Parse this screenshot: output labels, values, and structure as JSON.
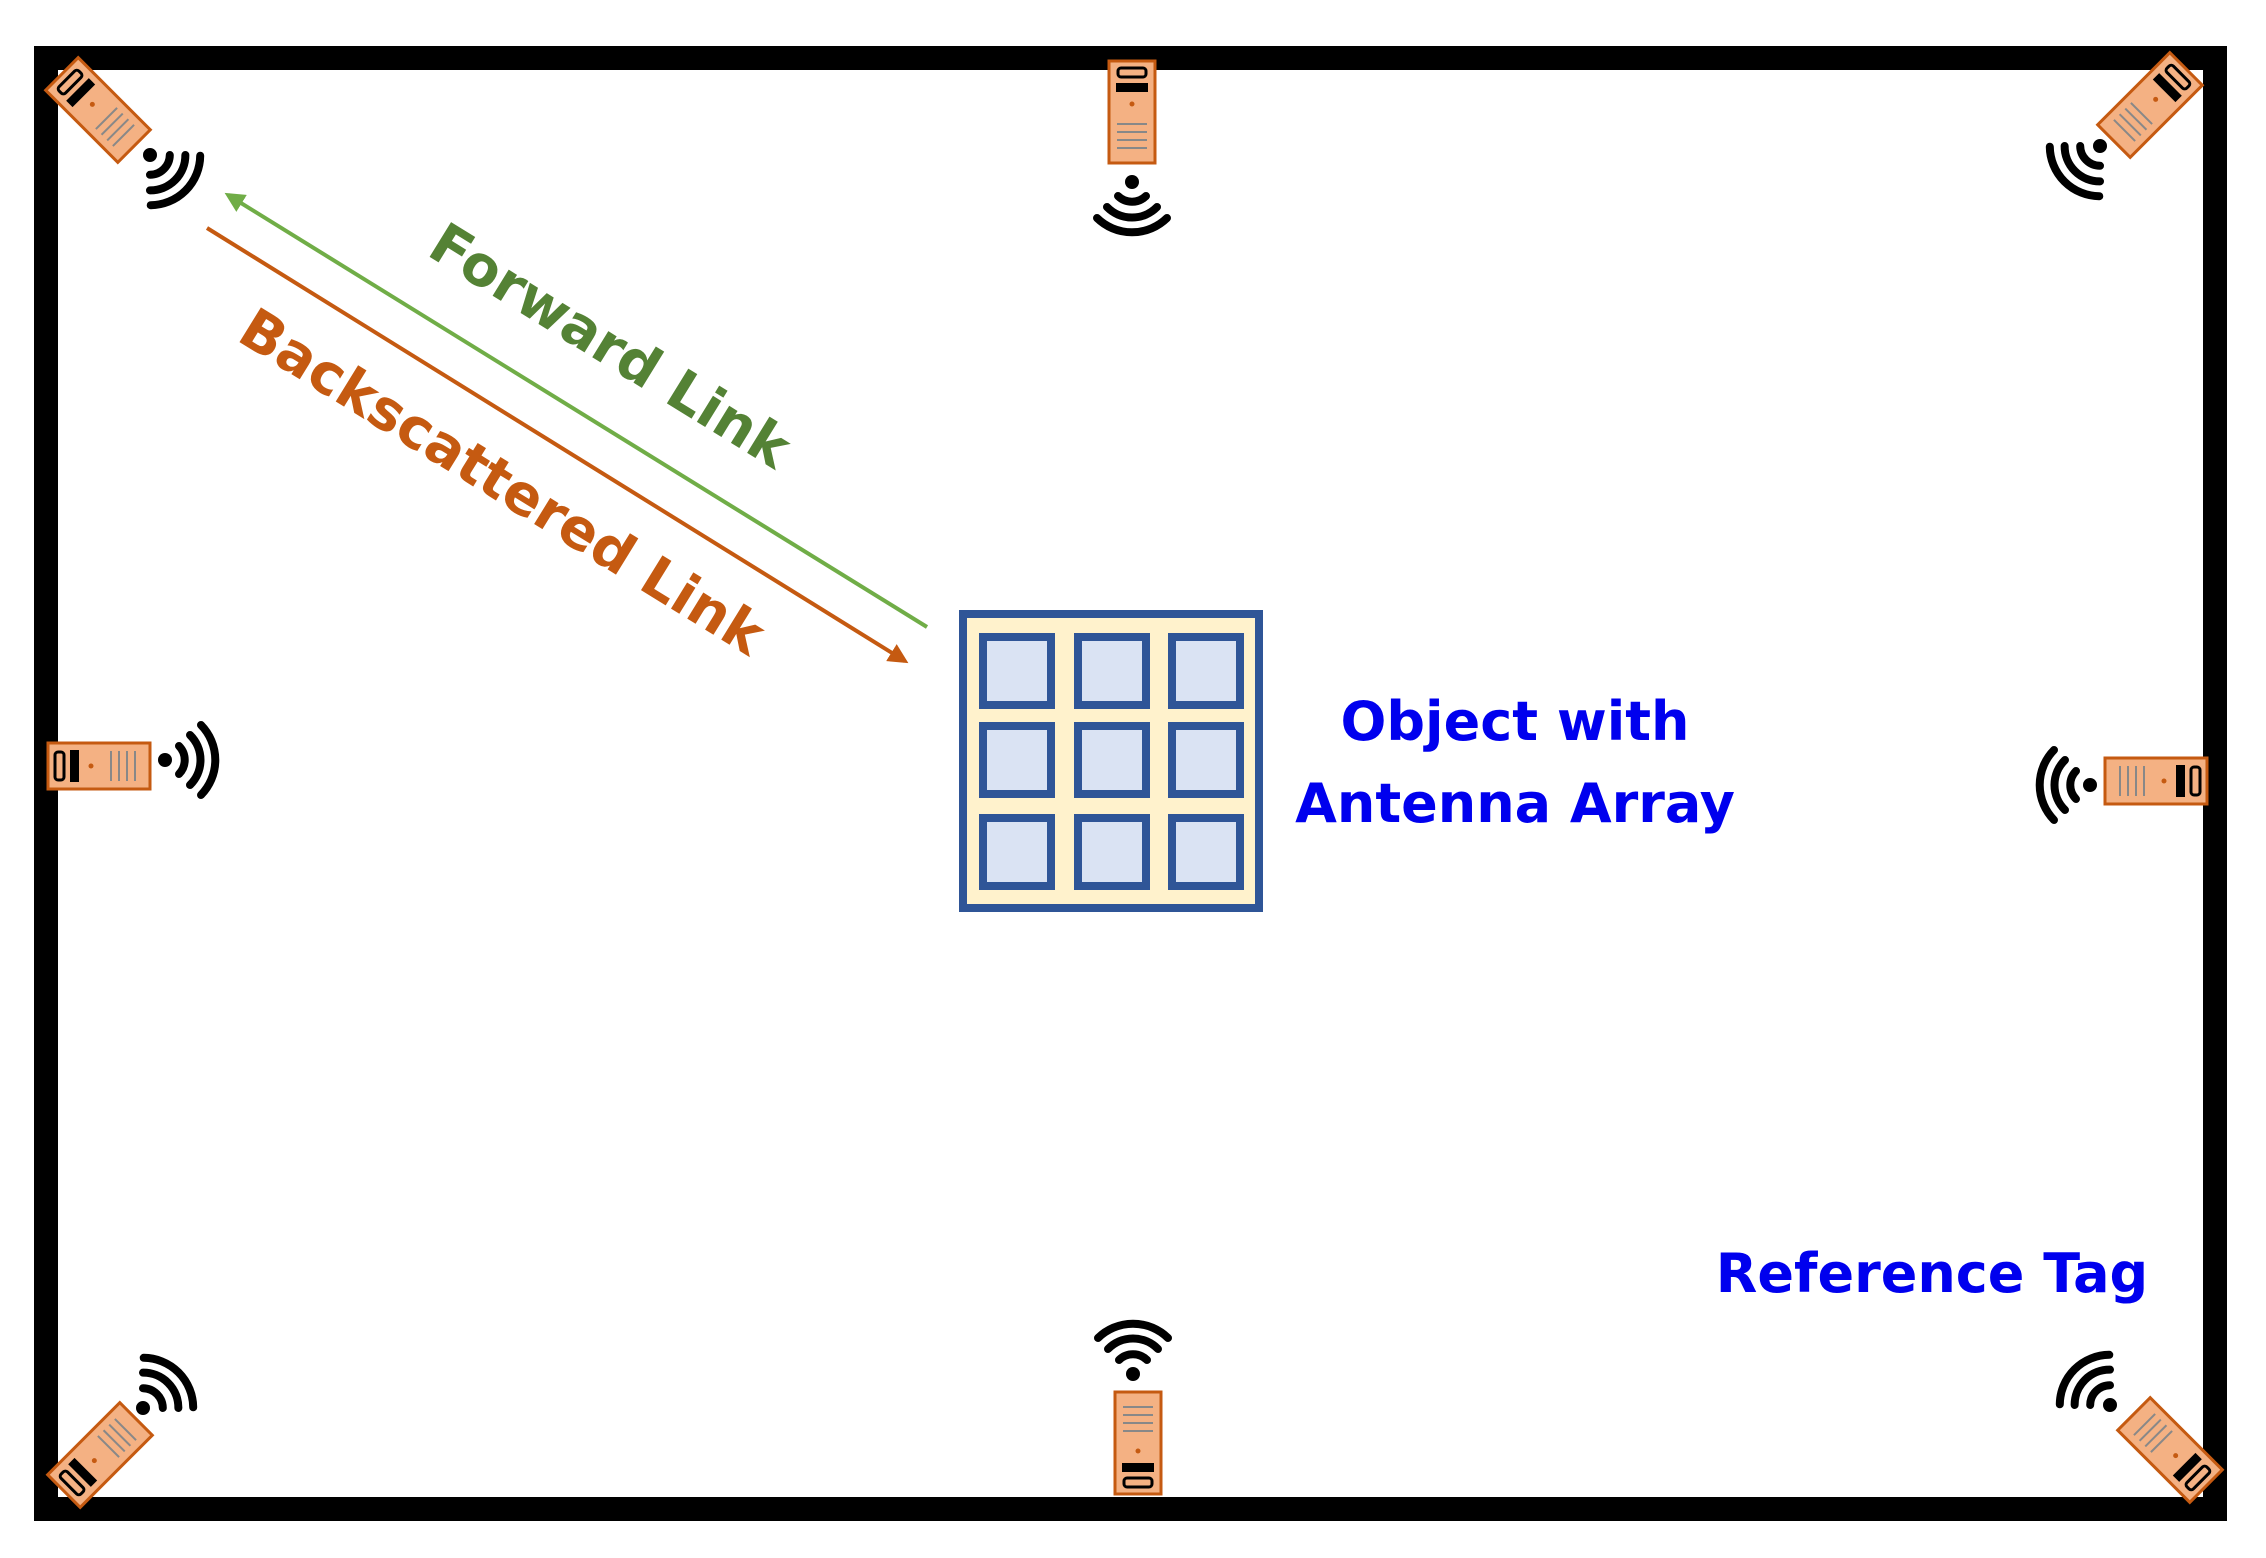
{
  "labels": {
    "forward_link": "Forward Link",
    "backscattered_link": "Backscattered Link",
    "object_line1": "Object with",
    "object_line2": "Antenna Array",
    "reference_tag": "Reference Tag"
  },
  "colors": {
    "frame": "#000000",
    "forward": "#70ad47",
    "forward_text": "#548235",
    "backscatter": "#c55a11",
    "label_blue": "#0000ee",
    "reader_fill": "#f4b183",
    "reader_stroke": "#c55a11",
    "array_fill": "#fff2cc",
    "array_stroke": "#2f5597",
    "element_fill": "#dae3f3"
  },
  "icons": {
    "reader": "rfid-reader-icon",
    "signal": "wifi-signal-icon",
    "array": "antenna-array-icon"
  }
}
